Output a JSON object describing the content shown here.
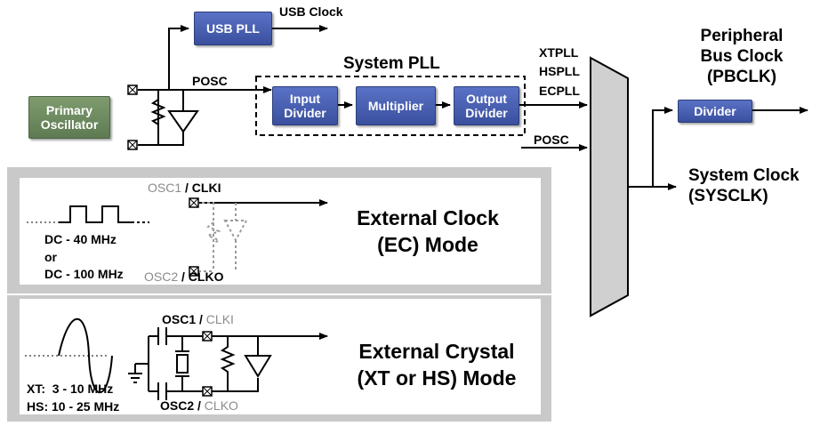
{
  "blocks": {
    "usb_pll": "USB PLL",
    "primary_oscillator": "Primary\nOscillator",
    "input_divider": "Input\nDivider",
    "multiplier": "Multiplier",
    "output_divider": "Output\nDivider",
    "divider": "Divider"
  },
  "labels": {
    "usb_clock": "USB Clock",
    "posc_top": "POSC",
    "system_pll": "System PLL",
    "xtpll": "XTPLL",
    "hspll": "HSPLL",
    "ecpll": "ECPLL",
    "posc_mux": "POSC",
    "peripheral_bus_clock": "Peripheral\nBus Clock\n(PBCLK)",
    "system_clock": "System Clock\n(SYSCLK)"
  },
  "ec_panel": {
    "osc1_prefix": "OSC1",
    "osc1_suffix": "/ CLKI",
    "osc2_prefix": "OSC2",
    "osc2_suffix": "/ CLKO",
    "freq_line1": "DC - 40 MHz",
    "freq_line2": "or",
    "freq_line3": "DC - 100 MHz",
    "title": "External Clock\n(EC) Mode"
  },
  "crystal_panel": {
    "osc1_prefix": "OSC1 /",
    "osc1_suffix": "CLKI",
    "osc2_prefix": "OSC2 /",
    "osc2_suffix": "CLKO",
    "xt_range": "XT:  3 - 10 MHz",
    "hs_range": "HS: 10 - 25 MHz",
    "title": "External Crystal\n(XT or HS) Mode"
  },
  "colors": {
    "block_blue": "#4a61b3",
    "block_green": "#6e8b60",
    "panel_grey": "#c9c9c9",
    "dim_text": "#8c8c8c"
  }
}
